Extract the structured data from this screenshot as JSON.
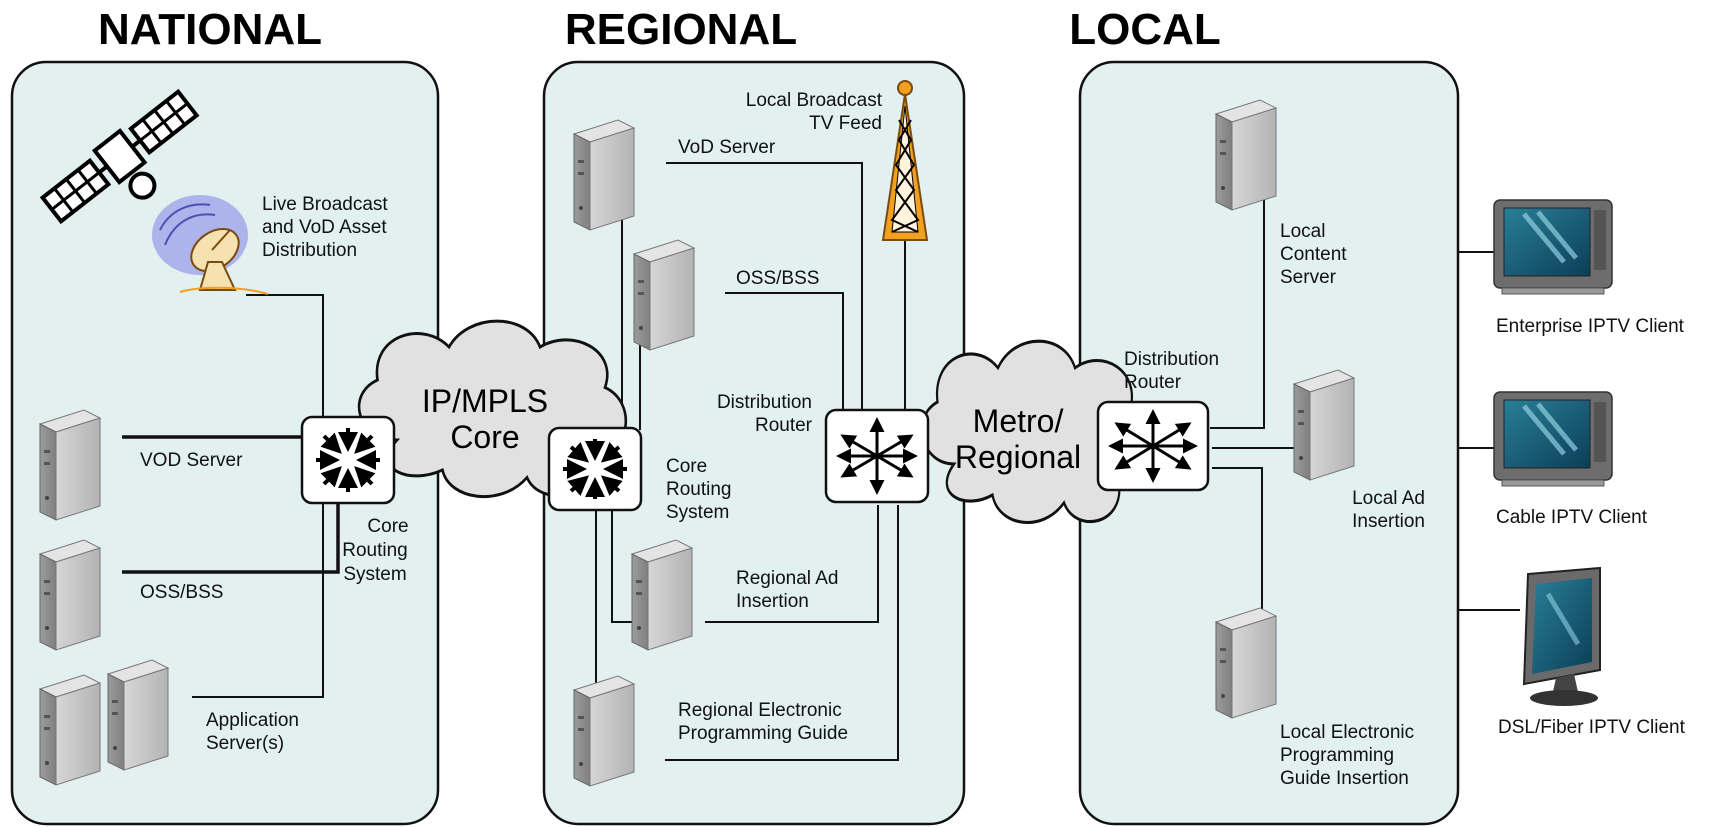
{
  "sections": {
    "national": "NATIONAL",
    "regional": "REGIONAL",
    "local": "LOCAL"
  },
  "clouds": {
    "ip_mpls": [
      "IP/MPLS",
      "Core"
    ],
    "metro": [
      "Metro/",
      "Regional"
    ]
  },
  "national": {
    "broadcast": [
      "Live Broadcast",
      "and VoD Asset",
      "Distribution"
    ],
    "vod_server": "VOD Server",
    "oss_bss": "OSS/BSS",
    "app_server": [
      "Application",
      "Server(s)"
    ],
    "core_routing": [
      "Core",
      "Routing",
      "System"
    ]
  },
  "regional": {
    "tv_feed": [
      "Local Broadcast",
      "TV Feed"
    ],
    "vod_server": "VoD Server",
    "oss_bss": "OSS/BSS",
    "dist_router": [
      "Distribution",
      "Router"
    ],
    "core_routing": [
      "Core",
      "Routing",
      "System"
    ],
    "ad_insertion": [
      "Regional Ad",
      "Insertion"
    ],
    "epg": [
      "Regional Electronic",
      "Programming Guide"
    ]
  },
  "local": {
    "content_server": [
      "Local",
      "Content",
      "Server"
    ],
    "dist_router": [
      "Distribution",
      "Router"
    ],
    "ad_insertion": [
      "Local Ad",
      "Insertion"
    ],
    "epg": [
      "Local Electronic",
      "Programming",
      "Guide Insertion"
    ]
  },
  "clients": {
    "enterprise": "Enterprise IPTV Client",
    "cable": "Cable IPTV Client",
    "dsl": "DSL/Fiber IPTV Client"
  },
  "colors": {
    "panel": "#e2f0f0",
    "server": "#c9c9c9",
    "tower": "#f2a020",
    "dish_waves": "#8a8fe0"
  }
}
